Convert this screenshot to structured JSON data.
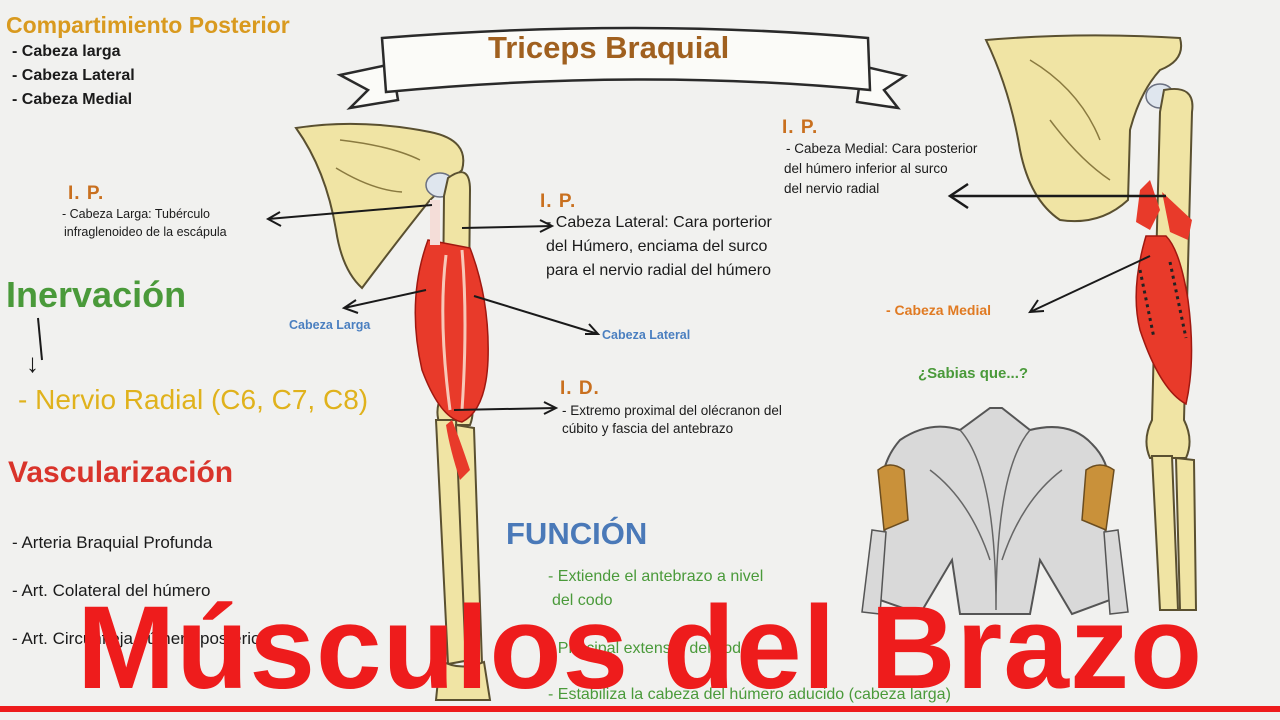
{
  "title": "Triceps Braquial",
  "compartment": {
    "heading": "Compartimiento Posterior",
    "items": [
      "- Cabeza larga",
      "- Cabeza Lateral",
      "- Cabeza Medial"
    ]
  },
  "origin_long": {
    "heading": "I. P.",
    "line1": "- Cabeza Larga: Tubérculo",
    "line2": "infraglenoideo de la escápula"
  },
  "origin_lateral": {
    "heading": "I. P.",
    "line1": "- Cabeza Lateral: Cara porterior",
    "line2": "del Húmero, enciama del surco",
    "line3": "para el nervio radial del húmero"
  },
  "origin_medial": {
    "heading": "I. P.",
    "line1": "- Cabeza Medial: Cara posterior",
    "line2": "del húmero inferior al surco",
    "line3": "del nervio radial"
  },
  "insertion": {
    "heading": "I. D.",
    "line1": "- Extremo proximal del olécranon del",
    "line2": "cúbito y fascia del antebrazo"
  },
  "labels": {
    "long_head": "Cabeza Larga",
    "lateral_head": "Cabeza Lateral",
    "medial_head": "- Cabeza Medial"
  },
  "innervation": {
    "heading": "Inervación",
    "arrow": "↓",
    "nerve": "- Nervio Radial (C6, C7, C8)"
  },
  "vascularization": {
    "heading": "Vascularización",
    "items": [
      "- Arteria Braquial Profunda",
      "- Art. Colateral del húmero",
      "- Art. Circunfleja húmero posterior"
    ]
  },
  "function": {
    "heading": "FUNCIÓN",
    "line1": "- Extiende el antebrazo a nivel",
    "line2": "del codo",
    "line3": "- Principal extensor del codo",
    "line4": "- Estabiliza la cabeza del húmero aducido (cabeza larga)"
  },
  "did_you_know": "¿Sabias que...?",
  "bottom_title": "Músculos del Brazo",
  "colors": {
    "accent_orange": "#d99a1f",
    "innervation_green": "#4a9a3a",
    "vascular_red": "#d9342b",
    "function_blue": "#4a79b8",
    "bottom_red": "#ee1c1c"
  }
}
